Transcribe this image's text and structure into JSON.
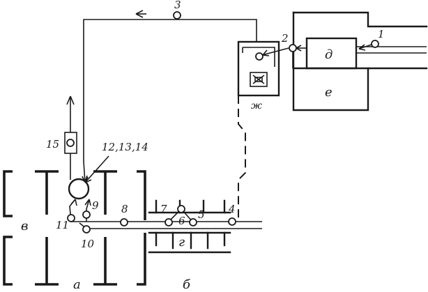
{
  "points": {
    "p1": "1",
    "p2": "2",
    "p3": "3",
    "p4": "4",
    "p5": "5",
    "p6": "6",
    "p7": "7",
    "p8": "8",
    "p9": "9",
    "p10": "10",
    "p11": "11",
    "p12_14": "12,13,14",
    "p15": "15"
  },
  "zones": {
    "a": "а",
    "b": "б",
    "v": "в",
    "g": "г",
    "d": "д",
    "e": "е",
    "zh": "ж"
  }
}
